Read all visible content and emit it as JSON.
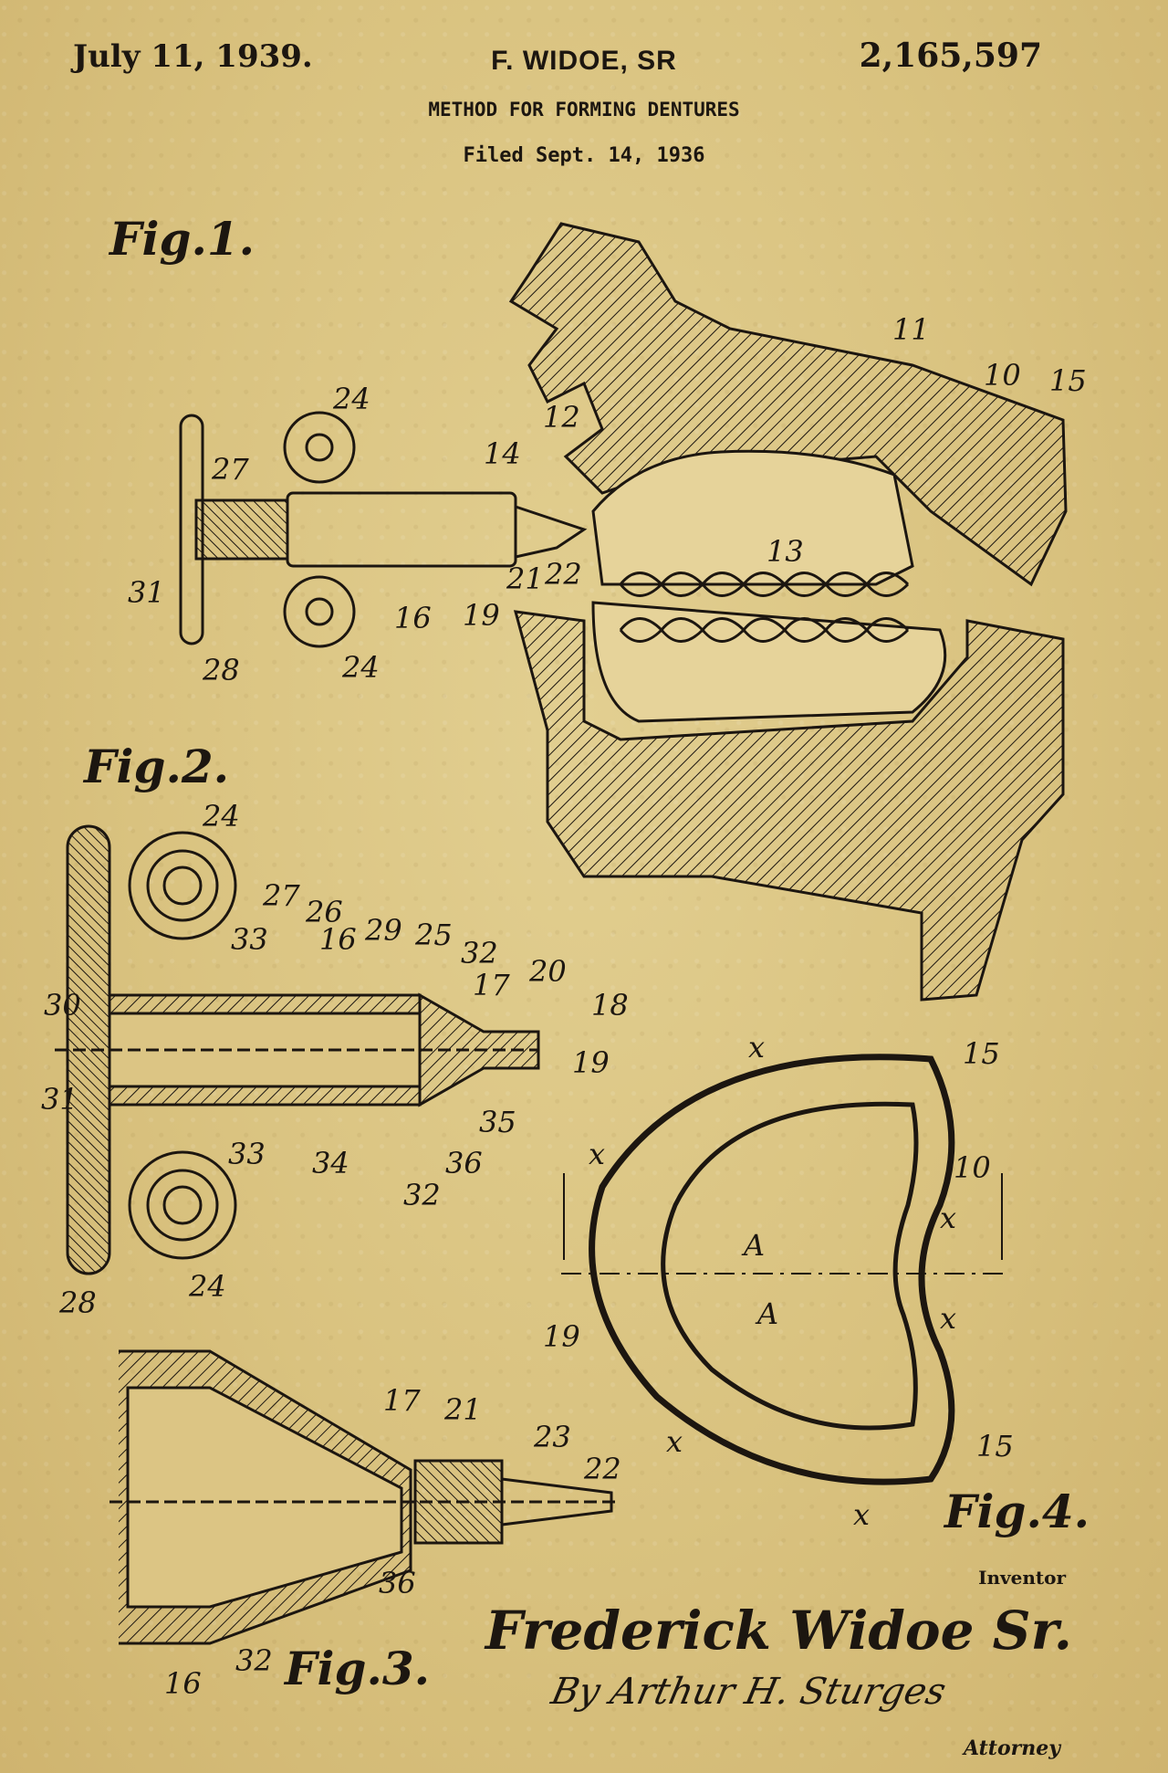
{
  "header": {
    "date": "July 11, 1939.",
    "inventor_top": "F. WIDOE, SR",
    "patent_number": "2,165,597",
    "title": "METHOD FOR FORMING DENTURES",
    "filed": "Filed Sept. 14, 1936"
  },
  "figures": {
    "fig1": "Fig.1.",
    "fig2": "Fig.2.",
    "fig3": "Fig.3.",
    "fig4": "Fig.4."
  },
  "footer": {
    "inventor_label": "Inventor",
    "inventor_name": "Frederick Widoe Sr.",
    "attorney_signature": "By Arthur H. Sturges",
    "attorney_label": "Attorney"
  },
  "reference_numerals": {
    "fig1": [
      "11",
      "10",
      "15",
      "24",
      "12",
      "27",
      "14",
      "13",
      "31",
      "21",
      "22",
      "16",
      "19",
      "28",
      "24"
    ],
    "fig2": [
      "24",
      "27",
      "26",
      "33",
      "16",
      "29",
      "25",
      "32",
      "20",
      "17",
      "18",
      "30",
      "19",
      "31",
      "35",
      "33",
      "34",
      "36",
      "32",
      "28",
      "24"
    ],
    "fig3": [
      "17",
      "21",
      "23",
      "22",
      "36",
      "16",
      "32"
    ],
    "fig4": [
      "x",
      "15",
      "x",
      "10",
      "x",
      "A",
      "A",
      "x",
      "19",
      "x",
      "15",
      "x"
    ]
  },
  "colors": {
    "paper": "#d9c27f",
    "ink": "#1c1610"
  }
}
